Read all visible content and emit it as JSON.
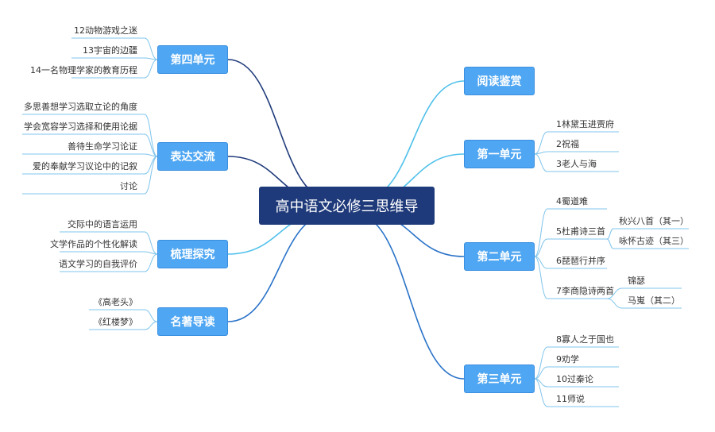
{
  "root": {
    "label": "高中语文必修三思维导"
  },
  "right": {
    "reading": {
      "label": "阅读鉴赏"
    },
    "unit1": {
      "label": "第一单元",
      "items": [
        "1林黛玉进贾府",
        "2祝福",
        "3老人与海"
      ]
    },
    "unit2": {
      "label": "第二单元",
      "items": [
        "4蜀道难",
        "5杜甫诗三首",
        "6琵琶行并序",
        "7李商隐诗两首"
      ],
      "dufu": [
        "秋兴八首（其一）",
        "咏怀古迹（其三）"
      ],
      "lishangyin": [
        "锦瑟",
        "马嵬（其二）"
      ]
    },
    "unit3": {
      "label": "第三单元",
      "items": [
        "8寡人之于国也",
        "9劝学",
        "10过秦论",
        "11师说"
      ]
    }
  },
  "left": {
    "unit4": {
      "label": "第四单元",
      "items": [
        "12动物游戏之迷",
        "13宇宙的边疆",
        "14一名物理学家的教育历程"
      ]
    },
    "express": {
      "label": "表达交流",
      "items": [
        "多思善想学习选取立论的角度",
        "学会宽容学习选择和使用论据",
        "善待生命学习论证",
        "爱的奉献学习议论中的记叙",
        "讨论"
      ]
    },
    "explore": {
      "label": "梳理探究",
      "items": [
        "交际中的语言运用",
        "文学作品的个性化解读",
        "语文学习的自我评价"
      ]
    },
    "classics": {
      "label": "名著导读",
      "items": [
        "《高老头》",
        "《红楼梦》"
      ]
    }
  },
  "colors": {
    "root": "#1f3a7a",
    "branch": "#4fa6f2",
    "line_dark": "#1f3a7a",
    "line_mid": "#2a73c8",
    "line_light": "#4fc0ea",
    "leaf_line": "#7fc4ec"
  }
}
